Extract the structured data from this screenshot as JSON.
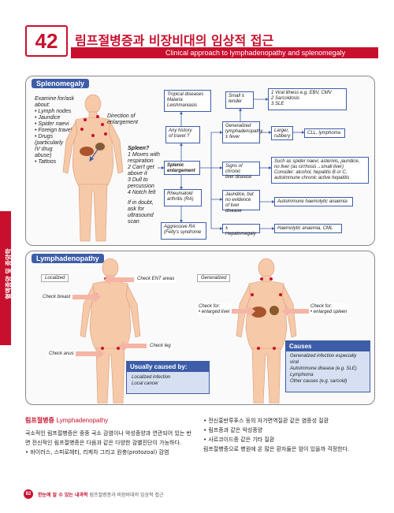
{
  "header": {
    "chapter_number": "42",
    "title_ko": "림프절병증과 비장비대의 임상적 접근",
    "title_en": "Clinical approach to lymphadenopathy and splenomegaly"
  },
  "side_tab": "혈액종양 및 종양학",
  "splenomegaly": {
    "title": "Splenomegaly",
    "examine_for": [
      "Examine for/ask",
      "about:",
      "• Lymph nodes",
      "• Jaundice",
      "• Spider naevi",
      "• Foreign travel",
      "• Drugs",
      "  (particularly",
      "  IV drug",
      "  abuse)",
      "• Tattoos"
    ],
    "direction_label": [
      "Direction of",
      "enlargement"
    ],
    "spleen_criteria": [
      "Spleen?",
      "1 Moves with",
      "  respiration",
      "2 Can't get",
      "  above it",
      "3 Dull to",
      "  percussion",
      "4 Notch felt"
    ],
    "if_doubt": [
      "If in doubt,",
      "ask for",
      "ultrasound",
      "scan"
    ],
    "boxes": {
      "tropical": [
        "Tropical diseases",
        "Malaria",
        "Leishmaniasis"
      ],
      "travel": [
        "Any history",
        "of travel ?"
      ],
      "splenic": [
        "Splenic",
        "enlargement"
      ],
      "ra": [
        "Rheumatoid",
        "arthritis (RA)"
      ],
      "aggressive": [
        "Aggressive RA",
        "(Felty's syndrome"
      ],
      "small_tender": [
        "Small ±",
        "tender"
      ],
      "generalized": [
        "Generalized",
        "lymphadenopathy",
        "± fever"
      ],
      "viral": [
        "1 Viral illness e.g. EBV, CMV",
        "2 Sarcoidosis",
        "3 SLE"
      ],
      "larger": [
        "Larger,",
        "rubbery"
      ],
      "cll": "CLL, lymphoma",
      "chronic_liver": [
        "Signs of chronic",
        "liver disease"
      ],
      "spider": [
        "Such as spider naevi, asterixis, jaundice,",
        "no liver (as cirrhosis→small liver)",
        "Consider: alcohol, hepatitis B or C,",
        "autoimmune chronic active hepatitis"
      ],
      "jaundice": [
        "Jaundice, but",
        "no evidence",
        "of liver disease"
      ],
      "aiha": "Autoimmune haemolytic anaemia",
      "hepatomegaly": "± Hepatomegaly",
      "haemolytic_cml": "Haemolytic anaemia, CML"
    }
  },
  "lymphadenopathy": {
    "title": "Lymphadenopathy",
    "localized": "Localized",
    "generalized": "Generalized",
    "check_ent": "Check ENT areas",
    "check_breast": "Check breast",
    "check_leg": "Check leg",
    "check_anus": "Check anus",
    "check_liver": [
      "Check for:",
      "• enlarged liver"
    ],
    "check_spleen": [
      "Check for:",
      "• enlarged spleen"
    ],
    "usually_caused_by": "Usually caused by:",
    "usually_items": [
      "Localized infection",
      "Local cancer"
    ],
    "causes_title": "Causes",
    "causes_items": [
      "Generalized infection especially",
      "viral",
      "Autoimmune disease (e.g. SLE)",
      "Lymphoma",
      "Other causes (e.g. sarcoid)"
    ]
  },
  "text": {
    "heading_ko": "림프절병증",
    "heading_en": "Lymphadenopathy",
    "left_p1": "국소적인 림프절병증은 종종 국소 감염이나 악성종양과 연관되어 있는 반",
    "left_p2": "면 전신적인 림프절병증은 다음과 같은 다양한 감별진단이 가능하다.",
    "left_b1": "• 바이러스, 스피로헤타, 리케차 그리고 원충(protozoal) 감염",
    "right_b1": "• 전신홍반루푸스 등의 자가면역질환 같은 염증성 질환",
    "right_b2": "• 림프종과 같은 악성종양",
    "right_b3": "• 사르코이드증 같은 기타 질환",
    "right_p": "림프절병증으로 병원에 온 많은 환자들은 암이 있을까 걱정한다."
  },
  "footer": {
    "page": "82",
    "book": "한눈에 알 수 있는 내과학",
    "chapter": "림프절병증과 비장비대의 임상적 접근"
  },
  "colors": {
    "accent": "#c8102e",
    "blue": "#3d5da8",
    "yellow": "#fde8b8"
  }
}
